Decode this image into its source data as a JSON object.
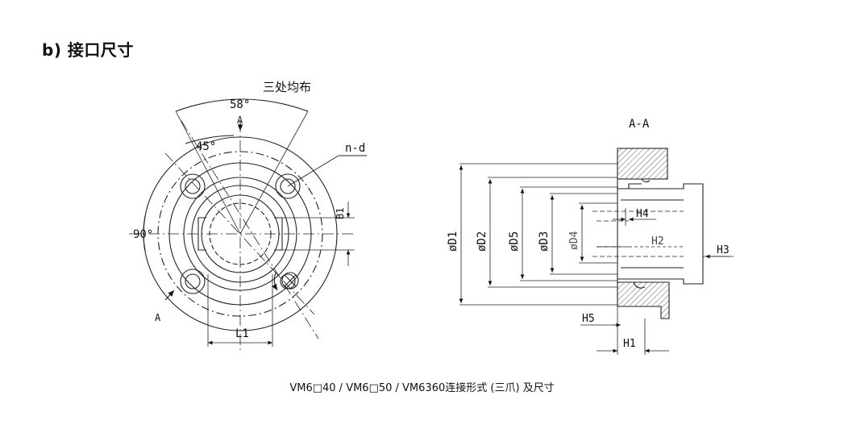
{
  "heading": "b) 接口尺寸",
  "caption": "VM6□40 / VM6□50 / VM6360连接形式 (三爪) 及尺寸",
  "front_view": {
    "angle_58": "58°",
    "note_equal": "三处均布",
    "section_mark_top": "A",
    "section_mark_bottom": "A",
    "angle_45": "45°",
    "hole_label": "n-d",
    "angle_90": "90°",
    "dim_b1": "B1",
    "dim_l1": "L1"
  },
  "section_view": {
    "title": "A-A",
    "d1": "øD1",
    "d2": "øD2",
    "d5": "øD5",
    "d3": "øD3",
    "d4": "øD4",
    "h4": "H4",
    "h2": "H2",
    "h3": "H3",
    "h5": "H5",
    "h1": "H1"
  }
}
